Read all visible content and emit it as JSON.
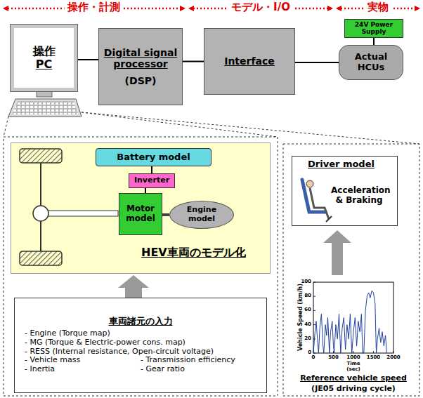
{
  "diagram": {
    "nodes": [
      {
        "text": [
          "操作 PC"
        ]
      },
      {
        "text": [
          "Digital signal processor",
          "(DSP)"
        ]
      },
      {
        "text": [
          "Interface"
        ]
      },
      {
        "text": [
          "24V Power Supply"
        ]
      },
      {
        "text": [
          "Actual HCUs"
        ]
      },
      {
        "text": [
          "HEV車両のモデル化"
        ]
      },
      {
        "text": [
          "Battery model"
        ],
        "in": 5
      },
      {
        "text": [
          "Inverter"
        ],
        "in": 5
      },
      {
        "text": [
          "Motor model"
        ],
        "in": 5
      },
      {
        "text": [
          "Engine model"
        ],
        "in": 5
      },
      {
        "text": [
          "車両諸元の入力",
          "- Engine (Torque map)",
          "- MG (Torque & Electric-power cons. map)",
          "- RESS (Internal resistance, Open-circuit voltage)",
          "- Vehicle mass",
          "- Transmission efficiency",
          "- Inertia",
          "- Gear ratio"
        ]
      },
      {
        "text": [
          "Driver model",
          "Acceleration & Braking"
        ]
      }
    ],
    "edges": [
      {
        "from": 0,
        "to": 1,
        "arrow": "none"
      },
      {
        "from": 1,
        "to": 2,
        "arrow": "none"
      },
      {
        "from": 2,
        "to": 4,
        "arrow": "none"
      },
      {
        "from": 3,
        "to": 4,
        "arrow": "none"
      },
      {
        "from": 6,
        "to": 7,
        "arrow": "none"
      },
      {
        "from": 7,
        "to": 8,
        "arrow": "none"
      },
      {
        "from": 8,
        "to": 9,
        "arrow": "none"
      },
      {
        "from": 10,
        "to": 5,
        "arrow": "to"
      }
    ],
    "labels": [
      "操作・計測",
      "モデル・I/O",
      "実物",
      "Vehicle Speed (km/h)",
      "100",
      "80",
      "60",
      "40",
      "20",
      "0",
      "0",
      "500",
      "1000",
      "1500",
      "2000",
      "Time",
      "(sec)",
      "Reference vehicle speed",
      "(JE05 driving cycle)"
    ]
  }
}
